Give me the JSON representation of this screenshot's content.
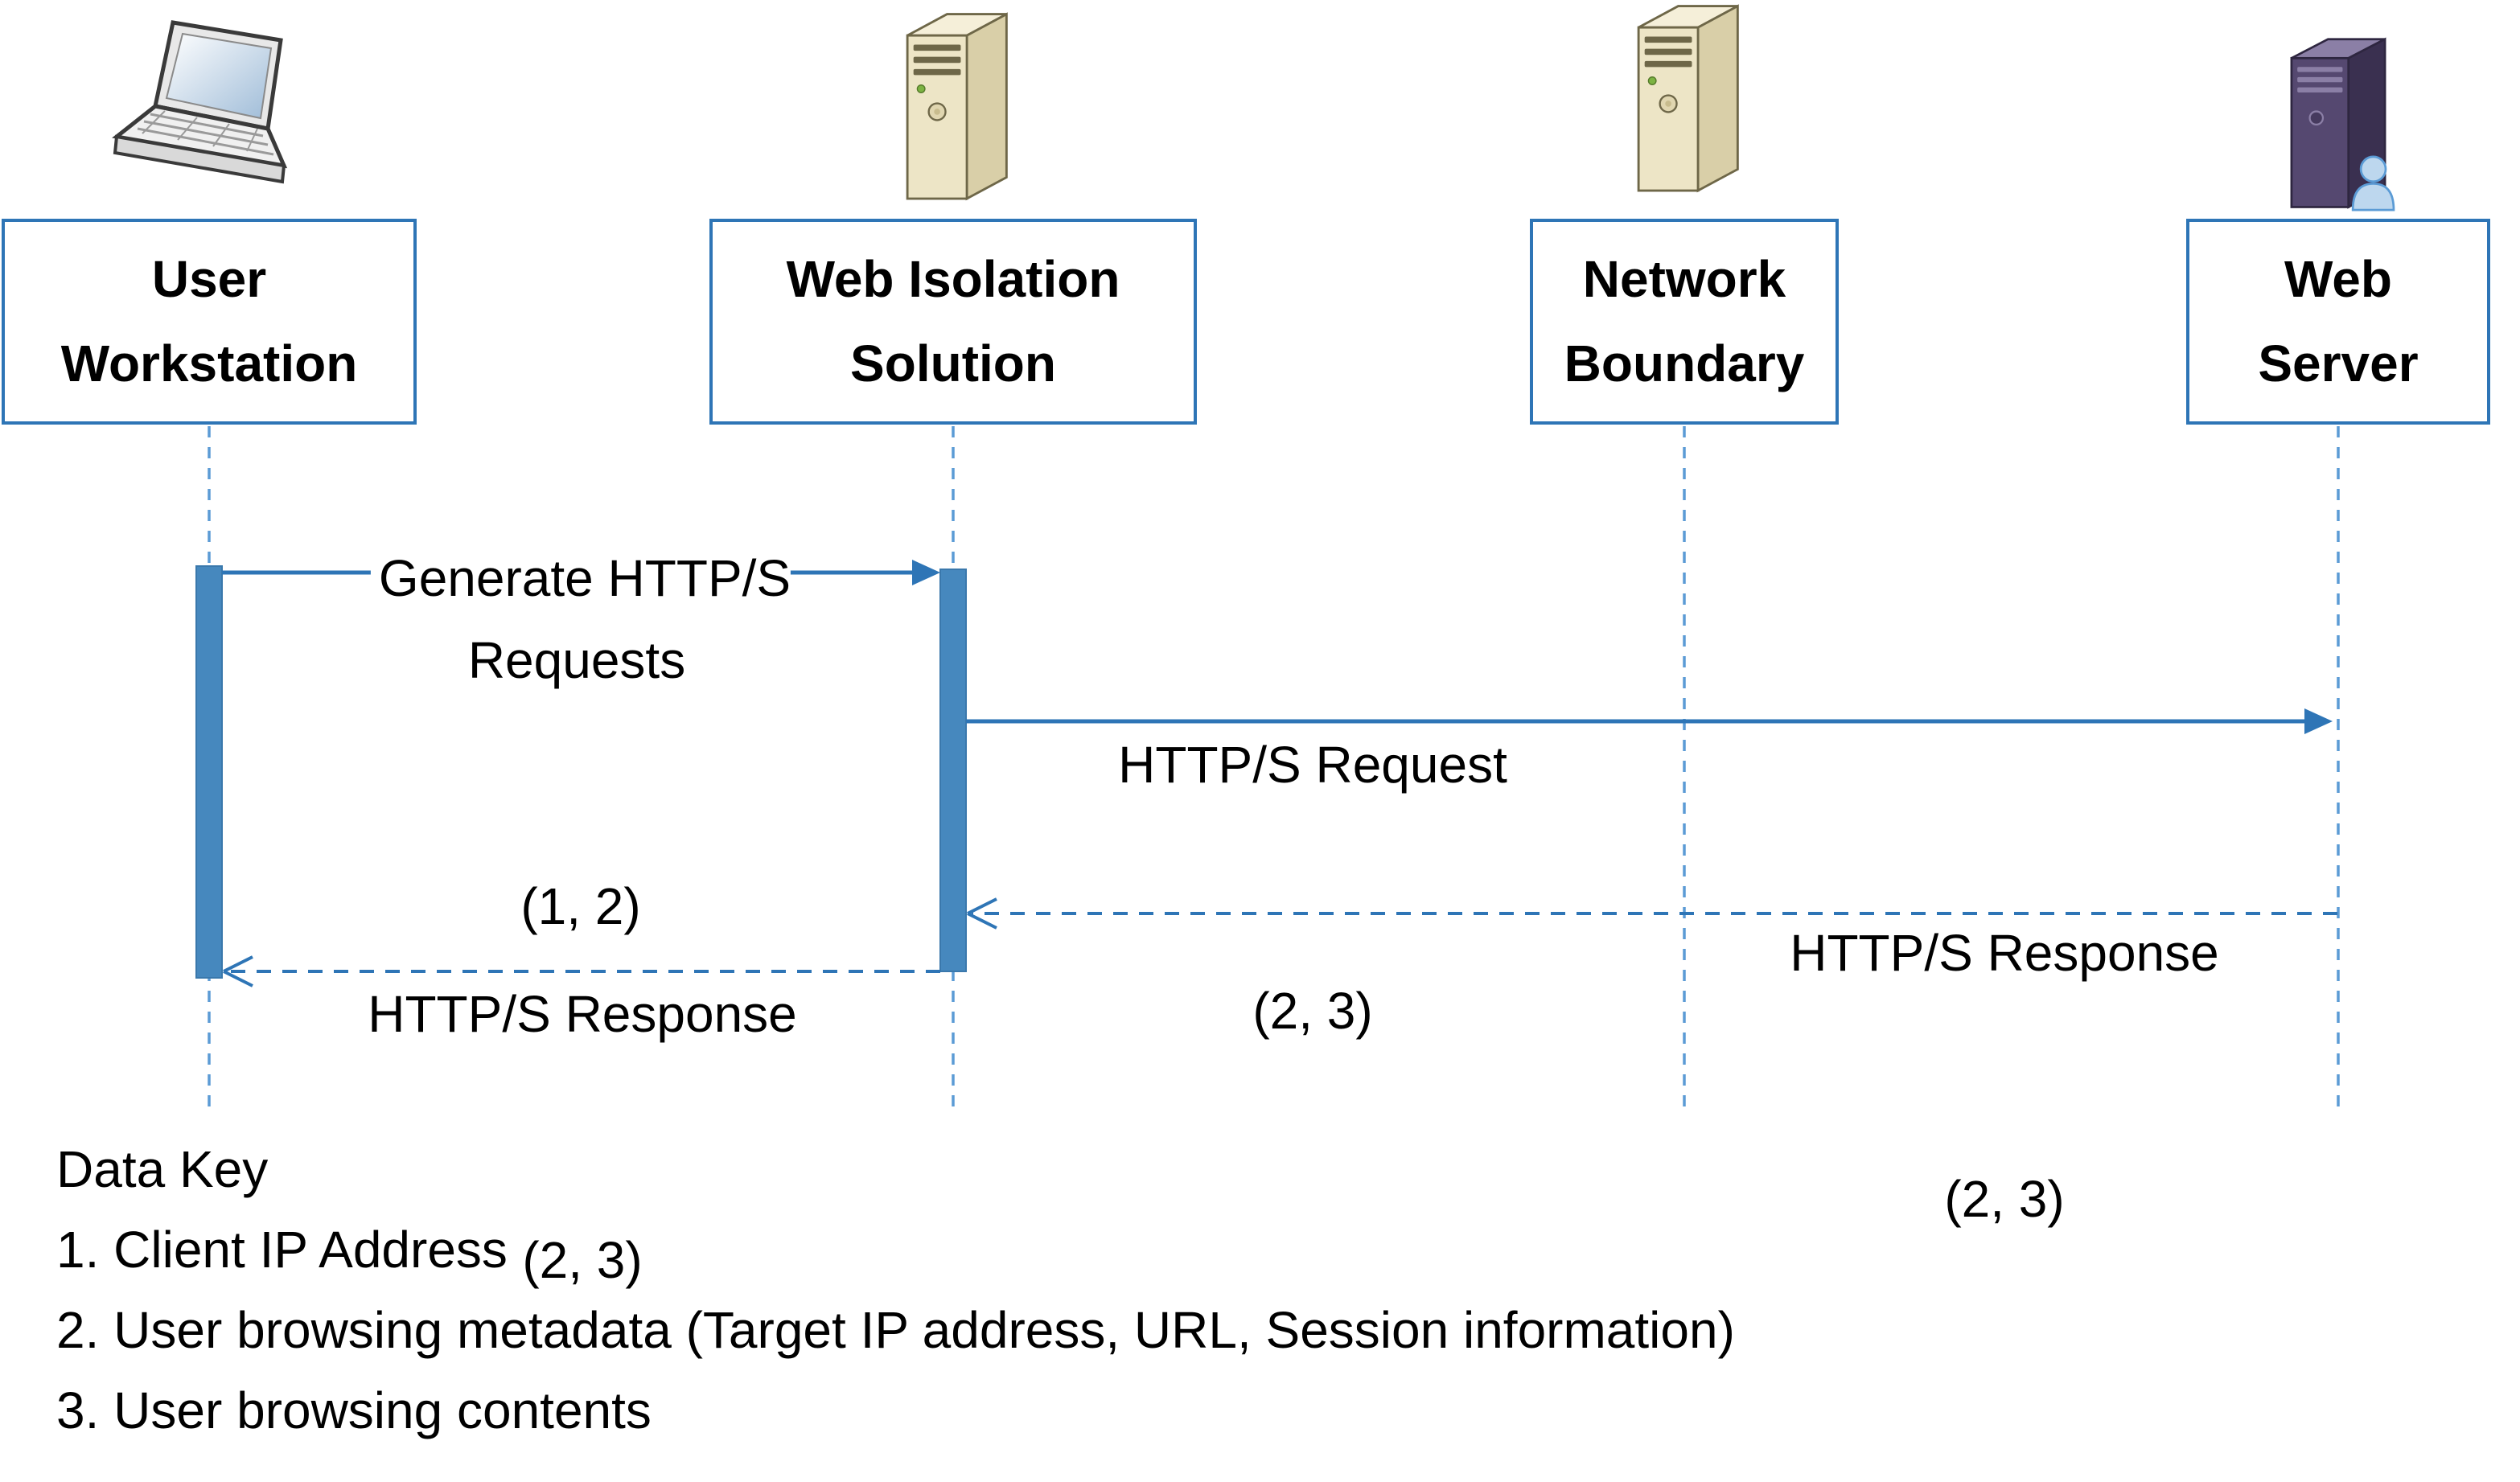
{
  "diagram": {
    "title": "Web Isolation Solution sequence diagram",
    "actors": [
      {
        "name": "User\nWorkstation",
        "icon": "laptop-icon"
      },
      {
        "name": "Web Isolation\nSolution",
        "icon": "server-icon"
      },
      {
        "name": "Network\nBoundary",
        "icon": "server-icon"
      },
      {
        "name": "Web\nServer",
        "icon": "web-server-person-icon"
      }
    ],
    "activations": [
      {
        "actor": "User Workstation"
      },
      {
        "actor": "Web Isolation Solution"
      }
    ],
    "messages": [
      {
        "label": "Generate HTTP/S\nRequests",
        "data_refs": "(1, 2)",
        "from": "User Workstation",
        "to": "Web Isolation Solution",
        "style": "solid"
      },
      {
        "label": "HTTP/S Request",
        "data_refs": "(2, 3)",
        "from": "Web Isolation Solution",
        "to": "Web Server",
        "style": "solid"
      },
      {
        "label": "HTTP/S Response",
        "data_refs": "(2, 3)",
        "from": "Web Server",
        "to": "Web Isolation Solution",
        "style": "dashed"
      },
      {
        "label": "HTTP/S Response",
        "data_refs": "(2, 3)",
        "from": "Web Isolation Solution",
        "to": "User Workstation",
        "style": "dashed"
      }
    ],
    "data_key": {
      "title": "Data Key",
      "items": [
        "1. Client IP Address",
        "2. User browsing metadata (Target IP address, URL, Session information)",
        "3. User browsing contents"
      ]
    },
    "colors": {
      "line_blue": "#2E75B6",
      "lifeline_blue": "#5B9BD5",
      "activation_blue": "#4688BE",
      "text": "#000000"
    }
  }
}
